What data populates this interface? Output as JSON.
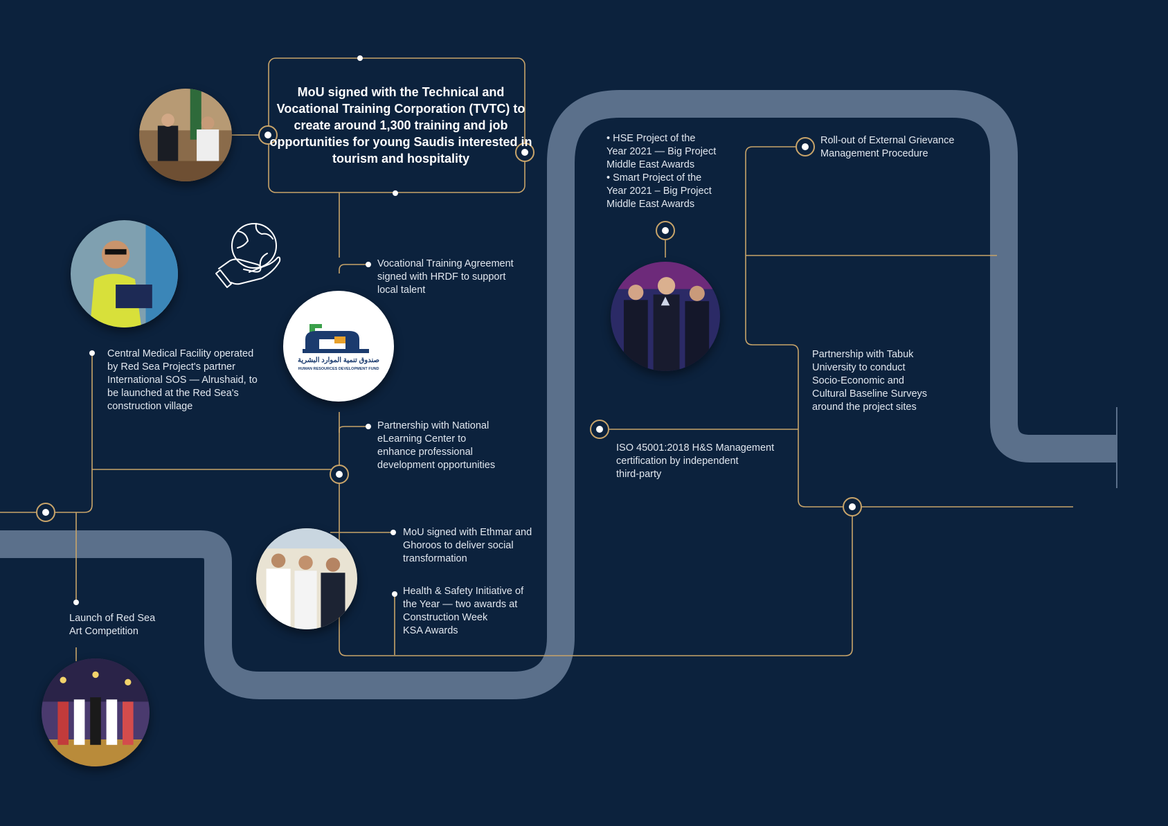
{
  "headline": "MoU signed with the Technical and Vocational Training Corporation (TVTC) to create around 1,300 training and job opportunities for young Saudis interested in tourism and hospitality",
  "milestones": {
    "vocational": "Vocational Training Agreement\nsigned with HRDF to support\nlocal talent",
    "medical": "Central Medical Facility operated\nby Red Sea Project's partner\nInternational SOS — Alrushaid, to\nbe launched at the Red Sea's\nconstruction village",
    "elearning": "Partnership with National\neLearning Center to\nenhance professional\ndevelopment opportunities",
    "ethmar": "MoU signed with Ethmar and\nGhoroos to deliver social\ntransformation",
    "health": "Health & Safety Initiative of\nthe Year — two awards at\nConstruction Week\nKSA Awards",
    "art": "Launch of Red Sea\nArt Competition",
    "hse": "• HSE Project of the\nYear 2021 — Big Project\nMiddle East Awards\n• Smart Project of the\nYear 2021  – Big Project\nMiddle East Awards",
    "grievance": "Roll-out of External Grievance\nManagement Procedure",
    "tabuk": "Partnership with Tabuk\nUniversity to conduct\nSocio-Economic and\nCultural Baseline Surveys\naround the project sites",
    "iso": "ISO 45001:2018 H&S Management\ncertification by independent\nthird-party"
  },
  "logo": {
    "arabic": "صندوق تنمية الموارد البشرية",
    "english": "HUMAN RESOURCES DEVELOPMENT FUND"
  },
  "icons": {
    "globe": "globe-in-hand-icon"
  },
  "colors": {
    "background": "#0c223d",
    "road": "#5b708b",
    "gold": "#c8a46a",
    "text": "#e1e7ef"
  }
}
